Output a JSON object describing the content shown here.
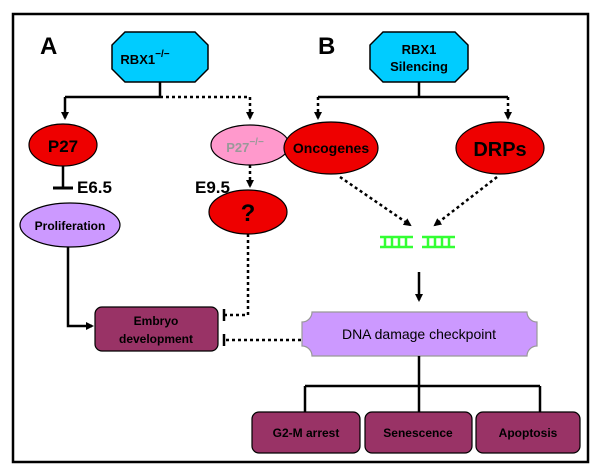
{
  "panels": {
    "a_label": "A",
    "b_label": "B"
  },
  "nodes": {
    "rbx1_knockout": {
      "text": "RBX1",
      "superscript": "−/−"
    },
    "rbx1_silencing": {
      "line1": "RBX1",
      "line2": "Silencing"
    },
    "p27": "P27",
    "p27_knockout": {
      "text": "P27",
      "superscript": "−/−"
    },
    "unknown": "?",
    "proliferation": "Proliferation",
    "oncogenes": "Oncogenes",
    "drps": "DRPs",
    "embryo_development": {
      "line1": "Embryo",
      "line2": "development"
    },
    "dna_damage_checkpoint": "DNA damage checkpoint",
    "g2m_arrest": "G2-M arrest",
    "senescence": "Senescence",
    "apoptosis": "Apoptosis"
  },
  "stages": {
    "e65": "E6.5",
    "e95": "E9.5"
  },
  "colors": {
    "cyan_box": "#00ccff",
    "red_ellipse": "#ee0000",
    "pink_ellipse": "#ff99cc",
    "lavender": "#cc99ff",
    "maroon_box": "#993366",
    "dna_green": "#33ff33"
  }
}
